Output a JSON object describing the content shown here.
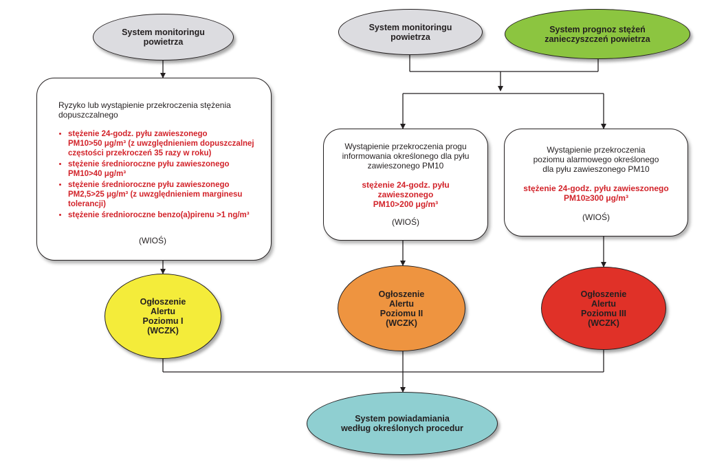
{
  "sources": {
    "left_monitoring": [
      "System monitoringu",
      "powietrza"
    ],
    "mid_monitoring": [
      "System monitoringu",
      "powietrza"
    ],
    "forecast": [
      "System prognoz stężeń",
      "zanieczyszczeń powietrza"
    ]
  },
  "box_level1": {
    "intro": [
      "Ryzyko lub wystąpienie przekroczenia stężenia",
      "dopuszczalnego"
    ],
    "items": [
      [
        "stężenie 24-godz. pyłu zawieszonego",
        "PM10>50 μg/m³ (z uwzględnieniem dopuszczalnej",
        "częstości przekroczeń 35 razy w roku)"
      ],
      [
        "stężenie średnioroczne pyłu zawieszonego",
        "PM10>40 μg/m³"
      ],
      [
        "stężenie średnioroczne pyłu zawieszonego",
        "PM2,5>25 μg/m³ (z uwzględnieniem marginesu",
        "tolerancji)"
      ],
      [
        "stężenie średnioroczne benzo(a)pirenu >1 ng/m³"
      ]
    ],
    "authority": "(WIOŚ)"
  },
  "box_level2": {
    "intro": [
      "Wystąpienie przekroczenia progu",
      "informowania określonego dla pyłu",
      "zawieszonego PM10"
    ],
    "criterion": [
      "stężenie 24-godz. pyłu",
      "zawieszonego",
      "PM10>200 μg/m³"
    ],
    "authority": "(WIOŚ)"
  },
  "box_level3": {
    "intro": [
      "Wystąpienie przekroczenia",
      "poziomu alarmowego określonego",
      "dla pyłu zawieszonego PM10"
    ],
    "criterion": [
      "stężenie 24-godz. pyłu zawieszonego",
      "PM10≥300 μg/m³"
    ],
    "authority": "(WIOŚ)"
  },
  "alerts": {
    "level1": [
      "Ogłoszenie",
      "Alertu",
      "Poziomu I",
      "(WCZK)"
    ],
    "level2": [
      "Ogłoszenie",
      "Alertu",
      "Poziomu II",
      "(WCZK)"
    ],
    "level3": [
      "Ogłoszenie",
      "Alertu",
      "Poziomu III",
      "(WCZK)"
    ]
  },
  "notification": [
    "System powiadamiania",
    "według określonych procedur"
  ],
  "colors": {
    "source_fill": "#dcdce0",
    "forecast_fill": "#8cc540",
    "level1_fill": "#f4ec3a",
    "level2_fill": "#ee9440",
    "level3_fill": "#e03128",
    "notification_fill": "#8fcfd1",
    "criterion_text": "#d2232a",
    "stroke": "#231f20"
  }
}
